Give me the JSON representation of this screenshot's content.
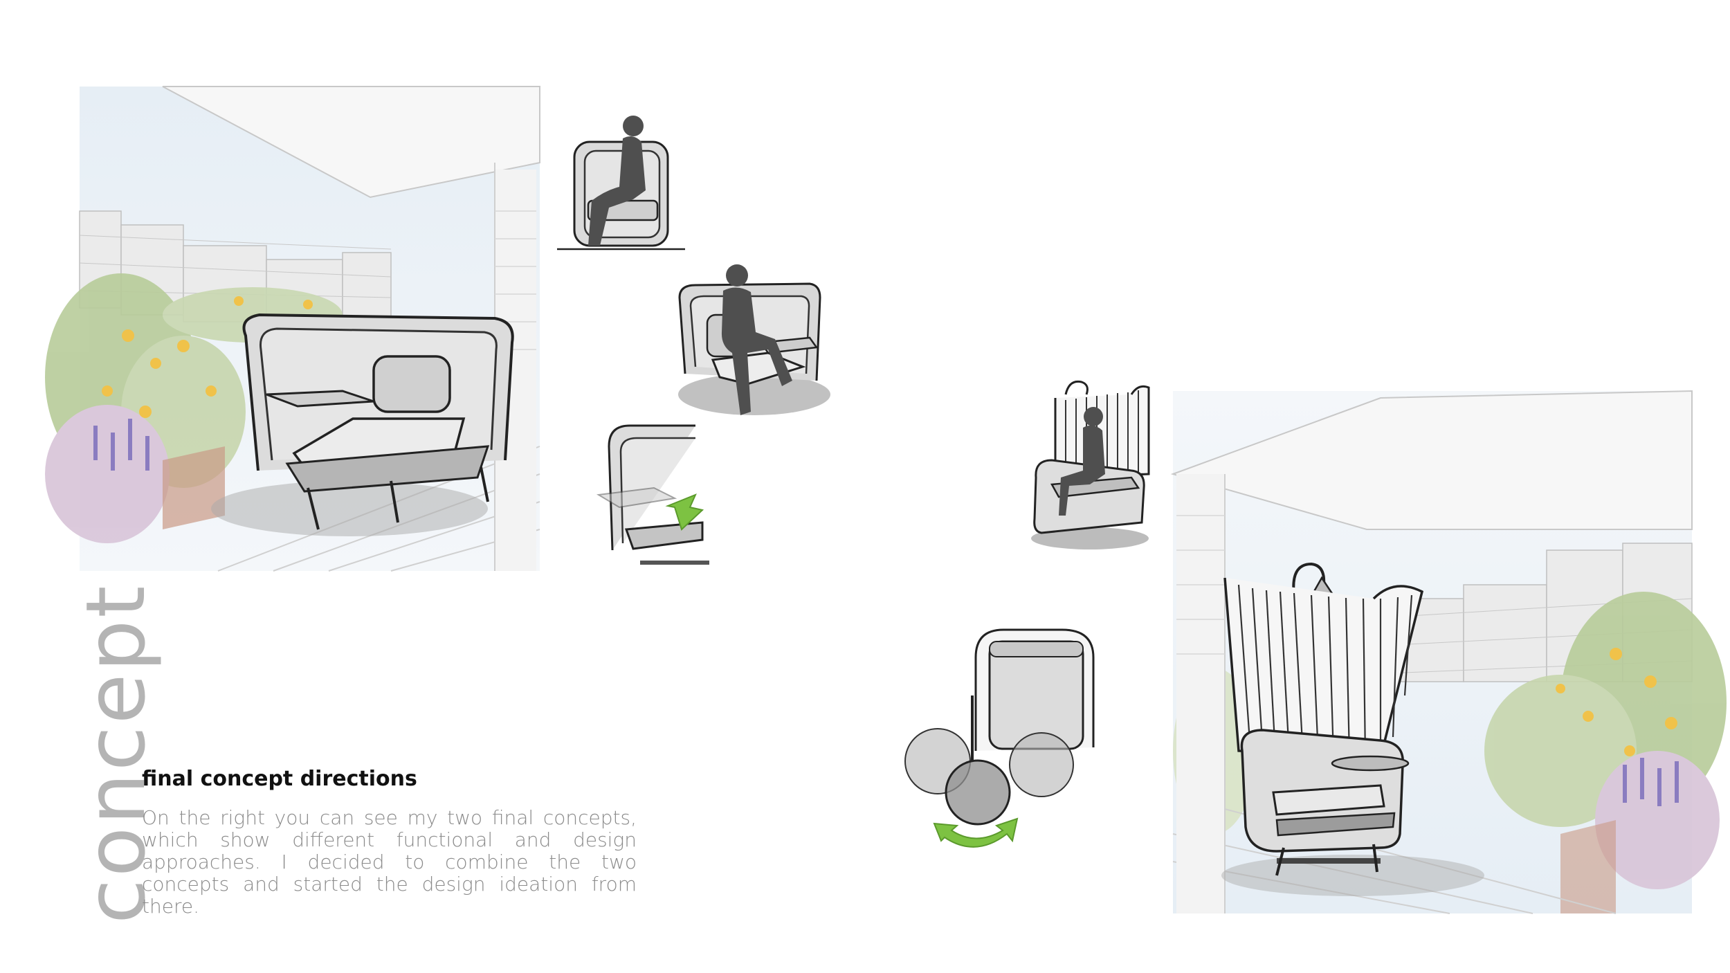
{
  "page": {
    "vertical_title": "concept",
    "heading": "final concept directions",
    "body": "On the right you can see my two final concepts, which show different functional and design approaches. I decided to combine the two concepts and started the design ideation from there."
  },
  "colors": {
    "accent_green": "#7dc242",
    "sketch_gray": "#d9d9d9",
    "silhouette": "#4f4f4f",
    "title_gray": "#b4b4b4"
  },
  "images": [
    {
      "name": "left-terrace-render",
      "depicts": "lounge chair with side table on a balcony"
    },
    {
      "name": "right-terrace-render",
      "depicts": "tall slatted chair with lamp on a balcony"
    }
  ]
}
